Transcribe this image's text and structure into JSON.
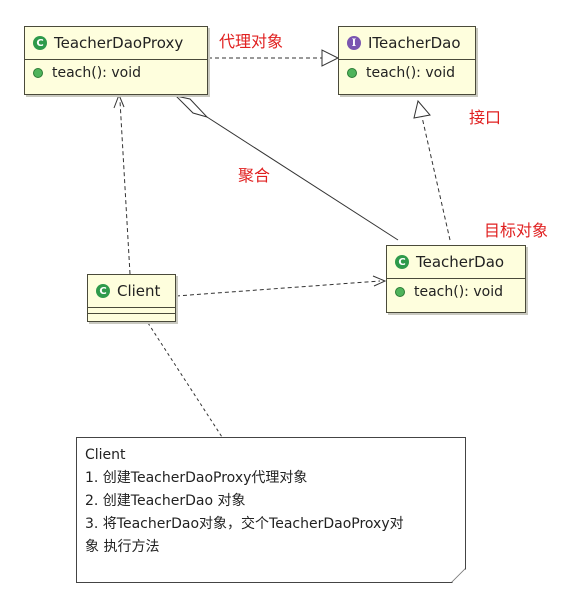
{
  "classes": {
    "proxy": {
      "name": "TeacherDaoProxy",
      "operation": "teach(): void",
      "kind": "C"
    },
    "iface": {
      "name": "ITeacherDao",
      "operation": "teach(): void",
      "kind": "I"
    },
    "target": {
      "name": "TeacherDao",
      "operation": "teach(): void",
      "kind": "C"
    },
    "client": {
      "name": "Client",
      "kind": "C"
    }
  },
  "labels": {
    "proxy_object": "代理对象",
    "interface": "接口",
    "aggregation": "聚合",
    "target_object": "目标对象"
  },
  "note": {
    "lines": [
      "Client",
      "1. 创建TeacherDaoProxy代理对象",
      "2. 创建TeacherDao 对象",
      "3. 将TeacherDao对象，交个TeacherDaoProxy对",
      "象 执行方法"
    ]
  },
  "colors": {
    "class_fill": "#fefedd",
    "label_red": "#e02020",
    "class_badge": "#2e9a4b",
    "interface_badge": "#7a55b0"
  }
}
